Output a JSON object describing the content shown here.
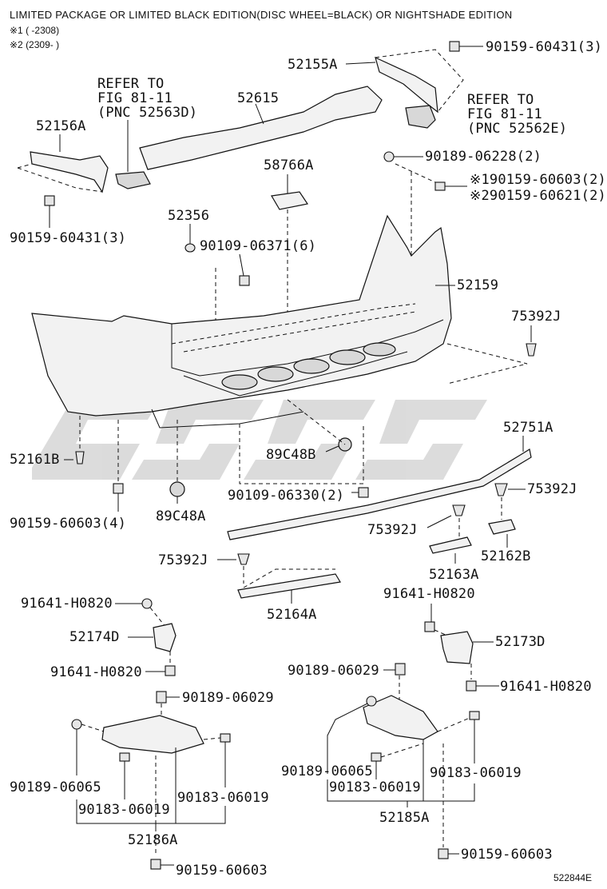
{
  "header": {
    "title": "LIMITED PACKAGE OR LIMITED BLACK EDITION(DISC WHEEL=BLACK) OR NIGHTSHADE EDITION",
    "note1": "※1 (      -2308)",
    "note2": "※2 (2309-      )"
  },
  "refs": {
    "ref_left": [
      "REFER TO",
      "FIG 81-11",
      "(PNC 52563D)"
    ],
    "ref_right": [
      "REFER TO",
      "FIG 81-11",
      "(PNC 52562E)"
    ]
  },
  "labels": {
    "p52155A": "52155A",
    "b90159_60431_3_top": "90159-60431(3)",
    "p52615": "52615",
    "p52156A": "52156A",
    "b90159_60431_3_left": "90159-60431(3)",
    "p58766A": "58766A",
    "b90189_06228": "90189-06228(2)",
    "b90159_60603_2": "※190159-60603(2)",
    "b90159_60621_2": "※290159-60621(2)",
    "p52356": "52356",
    "b90109_06371": "90109-06371(6)",
    "p52159": "52159",
    "p75392J_r": "75392J",
    "p52751A": "52751A",
    "p52161B": "52161B",
    "p89C48B": "89C48B",
    "p89C48A": "89C48A",
    "b90159_60603_4": "90159-60603(4)",
    "b90109_06330": "90109-06330(2)",
    "p75392J_mr": "75392J",
    "p75392J_m": "75392J",
    "p52162B": "52162B",
    "p75392J_l": "75392J",
    "p52163A": "52163A",
    "p52164A": "52164A",
    "c91641_H0820_a": "91641-H0820",
    "c91641_H0820_b": "91641-H0820",
    "c91641_H0820_c": "91641-H0820",
    "c91641_H0820_d": "91641-H0820",
    "p52174D": "52174D",
    "p52173D": "52173D",
    "c90189_06029_a": "90189-06029",
    "c90189_06029_b": "90189-06029",
    "c90189_06065_a": "90189-06065",
    "c90189_06065_b": "90189-06065",
    "c90183_06019_a": "90183-06019",
    "c90183_06019_b": "90183-06019",
    "c90183_06019_c": "90183-06019",
    "c90183_06019_d": "90183-06019",
    "p52186A": "52186A",
    "p52185A": "52185A",
    "b90159_60603_a": "90159-60603",
    "b90159_60603_b": "90159-60603",
    "figure_code": "522844E"
  }
}
